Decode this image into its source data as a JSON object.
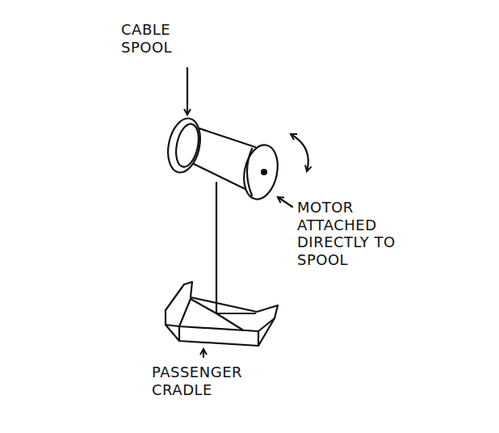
{
  "diagram": {
    "labels": [
      "CABLE SPOOL",
      "MOTOR ATTACHED DIRECTLY TO SPOOL",
      "PASSENGER CRADLE"
    ]
  }
}
